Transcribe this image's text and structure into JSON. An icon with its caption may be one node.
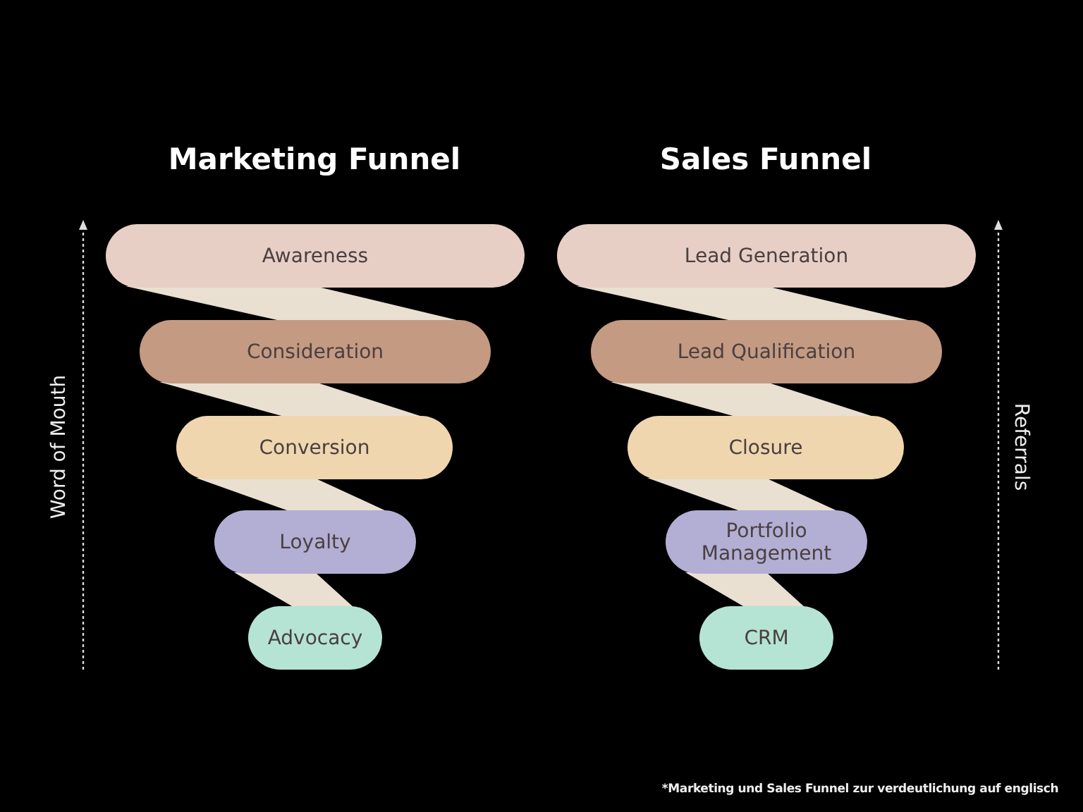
{
  "diagram": {
    "nodes": [
      {
        "text": [
          "Awareness"
        ]
      },
      {
        "text": [
          "Consideration"
        ]
      },
      {
        "text": [
          "Conversion"
        ]
      },
      {
        "text": [
          "Loyalty"
        ]
      },
      {
        "text": [
          "Advocacy"
        ]
      },
      {
        "text": [
          "Lead Generation"
        ]
      },
      {
        "text": [
          "Lead Qualification"
        ]
      },
      {
        "text": [
          "Closure"
        ]
      },
      {
        "text": [
          "Portfolio Management"
        ]
      },
      {
        "text": [
          "CRM"
        ]
      }
    ],
    "edges": [
      {
        "from": 0,
        "to": 1,
        "arrow": "none",
        "style": "thick"
      },
      {
        "from": 1,
        "to": 2,
        "arrow": "none",
        "style": "thick"
      },
      {
        "from": 2,
        "to": 3,
        "arrow": "none",
        "style": "thick"
      },
      {
        "from": 3,
        "to": 4,
        "arrow": "none",
        "style": "thick"
      },
      {
        "from": 5,
        "to": 6,
        "arrow": "none",
        "style": "thick"
      },
      {
        "from": 6,
        "to": 7,
        "arrow": "none",
        "style": "thick"
      },
      {
        "from": 7,
        "to": 8,
        "arrow": "none",
        "style": "thick"
      },
      {
        "from": 8,
        "to": 9,
        "arrow": "none",
        "style": "thick"
      }
    ],
    "labels": [
      "Marketing Funnel",
      "Sales Funnel",
      "Word of Mouth",
      "Referrals",
      "*Marketing und Sales Funnel zur verdeutlichung auf englisch"
    ]
  }
}
